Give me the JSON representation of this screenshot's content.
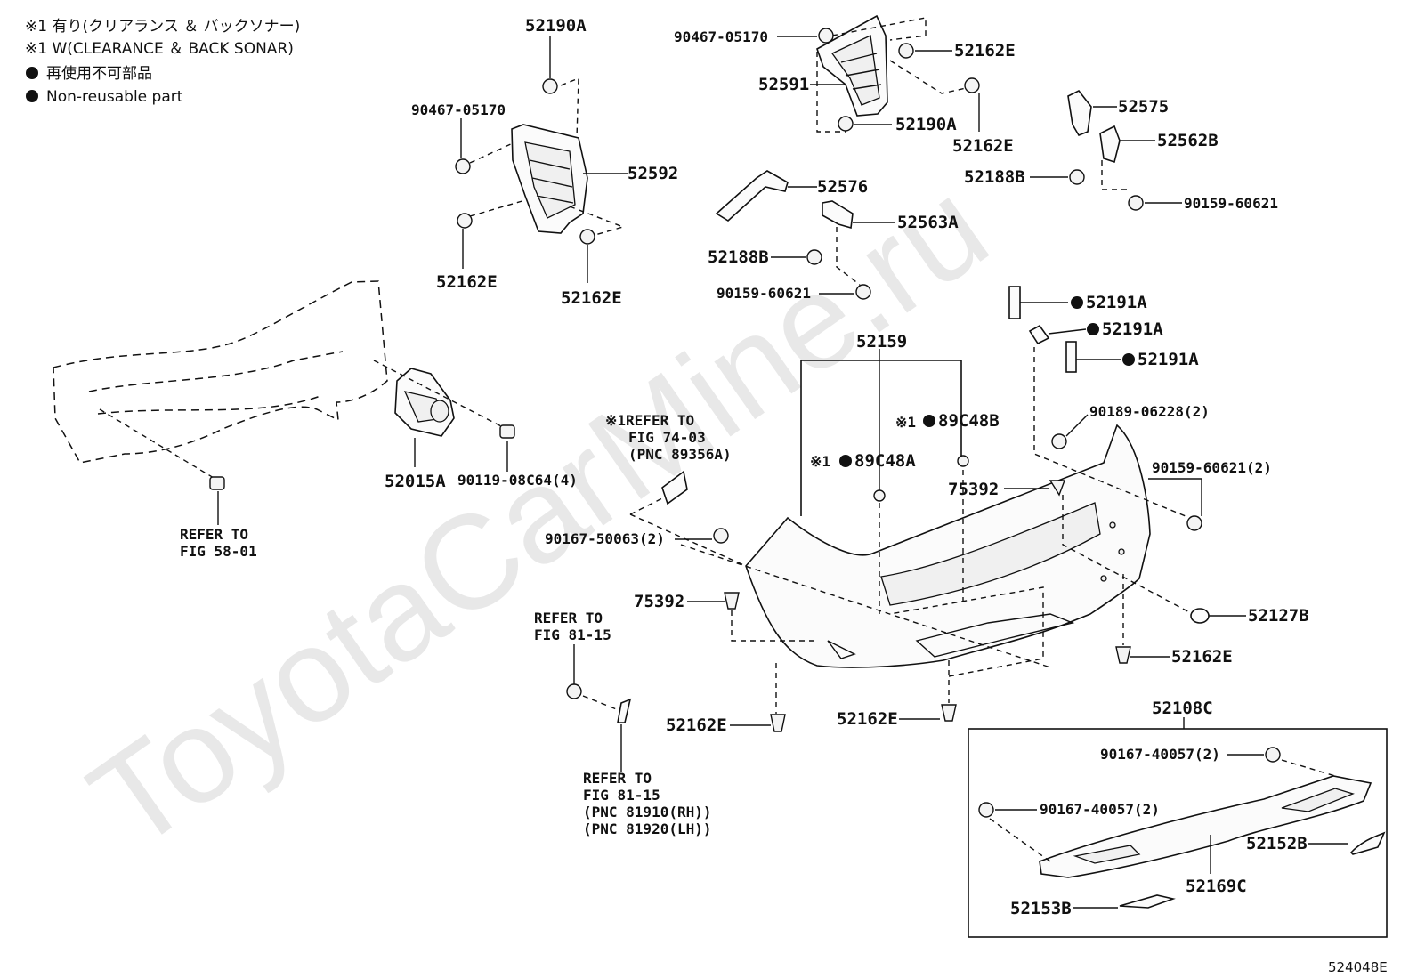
{
  "legend": {
    "line1": "※1 有り(クリアランス ＆ バックソナー)",
    "line2": "※1 W(CLEARANCE ＆ BACK SONAR)",
    "line3": "再使用不可部品",
    "line4": "Non-reusable part"
  },
  "watermark": "ToyotaCarMine.ru",
  "diagram_code": "524048E",
  "labels": {
    "l52190A_top": "52190A",
    "l90467_left": "90467-05170",
    "l52592": "52592",
    "l52162E_a": "52162E",
    "l52162E_b": "52162E",
    "l90467_top": "90467-05170",
    "l52162E_c": "52162E",
    "l52591": "52591",
    "l52190A_mid": "52190A",
    "l52162E_d": "52162E",
    "l52575": "52575",
    "l52562B": "52562B",
    "l52188B_r": "52188B",
    "l90159_r": "90159-60621",
    "l52576": "52576",
    "l52563A": "52563A",
    "l52188B_l": "52188B",
    "l90159_l": "90159-60621",
    "l52191A_1": "52191A",
    "l52191A_2": "52191A",
    "l52191A_3": "52191A",
    "l52159": "52159",
    "l90189": "90189-06228(2)",
    "l89C48B": "89C48B",
    "l89C48A": "89C48A",
    "l90159_2": "90159-60621(2)",
    "l75392_r": "75392",
    "l52015A": "52015A",
    "l90119": "90119-08C64(4)",
    "l90167_50063": "90167-50063(2)",
    "l75392_l": "75392",
    "l52127B": "52127B",
    "l52162E_e": "52162E",
    "l52162E_f": "52162E",
    "l52162E_g": "52162E",
    "l52108C": "52108C",
    "l90167_40057_a": "90167-40057(2)",
    "l90167_40057_b": "90167-40057(2)",
    "l52152B": "52152B",
    "l52169C": "52169C",
    "l52153B": "52153B",
    "mark1": "※1",
    "mark2": "※1"
  },
  "refs": {
    "fig58_1": "REFER TO",
    "fig58_2": "FIG 58-01",
    "fig74_1": "※1REFER TO",
    "fig74_2": "FIG 74-03",
    "fig74_3": "(PNC 89356A)",
    "fig81a_1": "REFER TO",
    "fig81a_2": "FIG 81-15",
    "fig81b_1": "REFER TO",
    "fig81b_2": "FIG 81-15",
    "fig81b_3": "(PNC 81910(RH))",
    "fig81b_4": "(PNC 81920(LH))"
  }
}
